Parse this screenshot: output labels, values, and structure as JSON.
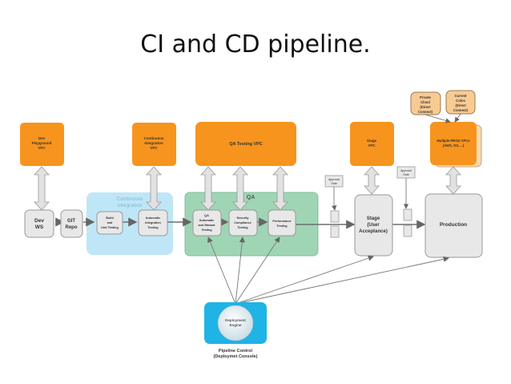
{
  "title": "CI and CD pipeline.",
  "colors": {
    "vpc_orange": "#f7941d",
    "ci_blue": "#bfe6f7",
    "qa_green": "#9fd5b5",
    "node_gray": "#e8e8e8",
    "deploy_blue": "#1fb3e6",
    "light_orange": "#f8cb93"
  },
  "vpcs": {
    "dev": [
      "Dev",
      "Playground",
      "VPC"
    ],
    "ci": [
      "Continuous",
      "Integration",
      "VPC"
    ],
    "qa": [
      "QA Testing VPC"
    ],
    "stage": [
      "Stage",
      "VPC"
    ],
    "prod": [
      "Multiple PROD VPCs",
      "(AWS, OS, ...)"
    ]
  },
  "external": {
    "private_cloud": [
      "Private",
      "Cloud",
      "(Direct",
      "Connect)"
    ],
    "current_colos": [
      "Current",
      "Colos",
      "(Direct",
      "Connect)"
    ]
  },
  "groups": {
    "ci": [
      "Continuous",
      "Integration"
    ],
    "qa": "QA"
  },
  "nodes": {
    "dev_ws": [
      "Dev",
      "WS"
    ],
    "git_repo": [
      "GIT",
      "Repo"
    ],
    "build": [
      "Build",
      "and",
      "Unit Testing"
    ],
    "auto_integration": [
      "Automatic",
      "Integration",
      "Testing"
    ],
    "qa_auto_manual": [
      "QA",
      "Automatic",
      "and Manual",
      "Testing"
    ],
    "security": [
      "Security",
      "Compliance",
      "Testing"
    ],
    "performance": [
      "Performance",
      "Testing"
    ],
    "stage": [
      "Stage",
      "(User",
      "Acceptance)"
    ],
    "production": [
      "Production"
    ]
  },
  "gates": {
    "gate1": [
      "Approval",
      "Gate"
    ],
    "gate2": [
      "Approval",
      "Gate"
    ]
  },
  "deployment": {
    "engine": [
      "Deployment",
      "Engine"
    ],
    "caption": [
      "Pipeline Control",
      "(Deploymet Console)"
    ]
  }
}
